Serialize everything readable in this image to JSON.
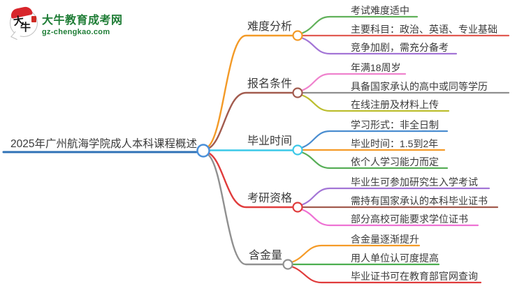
{
  "logo": {
    "title": "大牛教育成考网",
    "domain": "gz-chengkao.com",
    "badge_top": "大",
    "badge_bottom": "牛",
    "green": "#1f7d36",
    "red": "#d8262c"
  },
  "root": {
    "label": "2025年广州航海学院成人本科课程概述",
    "line_color": "#2f72b6",
    "node_color": "#4a90d9"
  },
  "branches": [
    {
      "label": "难度分析",
      "color": "#f39a27",
      "children": [
        {
          "label": "考试难度适中",
          "color": "#61b15a"
        },
        {
          "label": "主要科目：政治、英语、专业基础",
          "color": "#e15b52"
        },
        {
          "label": "竞争加剧，需充分备考",
          "color": "#a375d6"
        }
      ]
    },
    {
      "label": "报名条件",
      "color": "#a25b4e",
      "children": [
        {
          "label": "年满18周岁",
          "color": "#ef82cd"
        },
        {
          "label": "具备国家承认的高中或同等学历",
          "color": "#8f8f8f"
        },
        {
          "label": "在线注册及材料上传",
          "color": "#bcbe2f"
        }
      ]
    },
    {
      "label": "毕业时间",
      "color": "#3bc8e8",
      "children": [
        {
          "label": "学习形式：非全日制",
          "color": "#4a8dd0"
        },
        {
          "label": "毕业时间：1.5到2年",
          "color": "#f59b28"
        },
        {
          "label": "依个人学习能力而定",
          "color": "#57ae57"
        }
      ]
    },
    {
      "label": "考研资格",
      "color": "#e03c3c",
      "children": [
        {
          "label": "毕业生可参加研究生入学考试",
          "color": "#a375d6"
        },
        {
          "label": "需持有国家承认的本科毕业证书",
          "color": "#a25b4e"
        },
        {
          "label": "部分高校可能要求学位证书",
          "color": "#ee72d4"
        }
      ]
    },
    {
      "label": "含金量",
      "color": "#909090",
      "children": [
        {
          "label": "含金量逐渐提升",
          "color": "#f59b28"
        },
        {
          "label": "用人单位认可度提高",
          "color": "#4cae4f"
        },
        {
          "label": "毕业证书可在教育部官网查询",
          "color": "#e03c3c"
        }
      ]
    }
  ]
}
